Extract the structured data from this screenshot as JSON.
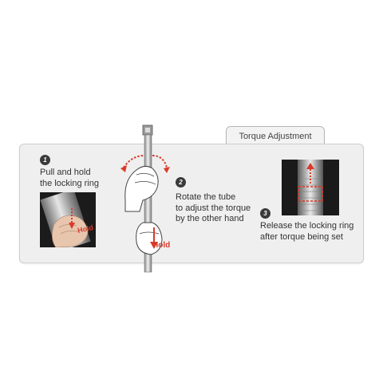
{
  "tab": {
    "label": "Torque Adjustment"
  },
  "steps": [
    {
      "number": "1",
      "text": "Pull and hold\nthe locking ring"
    },
    {
      "number": "2",
      "text": "Rotate the tube\nto adjust the torque\nby the other hand"
    },
    {
      "number": "3",
      "text": "Release the locking ring\nafter torque being set"
    }
  ],
  "labels": {
    "hold_photo": "Hold",
    "hold_wrench": "Hold"
  },
  "colors": {
    "accent": "#d93a2b",
    "panel": "#efefef",
    "text": "#333333"
  }
}
